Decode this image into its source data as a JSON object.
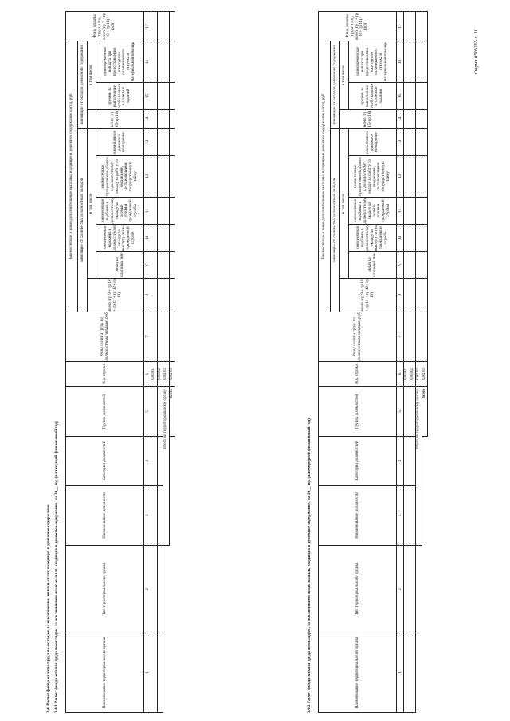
{
  "form_label": "Форма 0505165 с. 10",
  "section_title": "3.4. Расчет фонда оплаты труда по окладам, за исключением иных выплат, входящих в денежное содержание",
  "tables": [
    {
      "title": "3.4.1 Расчет фонда оплаты труда по окладам, за исключением иных выплат, входящих в денежное содержание, на  20__ год (на текущий финансовый год)",
      "total_row_label": "Итого по территориальному органу",
      "grand_total_label": "Всего"
    },
    {
      "title": "3.4.2 Расчет фонда оплаты труда по окладам, за исключением иных выплат, входящих в денежное содержание, на  20__ год (на очередной финансовый год)",
      "total_row_label": "Итого по территориальному органу",
      "grand_total_label": "Всего"
    }
  ],
  "headers": {
    "col1": "Наименование территориального органа",
    "col2": "Тип территориального органа",
    "col3": "Наименование должности",
    "col4": "Категория должностей",
    "col5": "Группа должностей",
    "col6": "Код строки",
    "col7": "Фонд оплаты труда по должностным окладам, руб",
    "monthly_group": "Ежемесячные и иные дополнительные выплаты, входящие в денежное содержание за год, руб",
    "dependent_on_salary": "зависящие от количества должностных окладов",
    "dependent_on_salary_content": "зависящие от окладов денежного содержания",
    "including": "в том числе",
    "including2": "в том числе",
    "col8": "всего (гр 9 + гр 10 + гр 11 + гр 12+ гр 13)",
    "col9": "оклад за классный чин",
    "col10": "ежемесячная надбавка к должностному окладу за выслугу лет на гражданской службе",
    "col11": "ежемесячная надбавка к должностному окладу за особые условия гражданской службы",
    "col12": "ежемесячные процентные надбавки к должностному окладу за работу со сведениями, составляющими государственную тайну",
    "col13": "ежемесячное денежное поощрение",
    "col14": "всего (гр 15+гр 16)",
    "col15": "премии за выполнение особо важных и сложных заданий",
    "col16": "единовременная выплата при предоставлении ежегодного оплачиваемого отпуска и материальная помощь",
    "col17": "Фонд оплаты труда в год, всего (гр 7 + гр 8 + гр 14) / 1000)"
  },
  "column_numbers": [
    "1",
    "2",
    "3",
    "4",
    "5",
    "6",
    "7",
    "8",
    "9",
    "10",
    "11",
    "12",
    "13",
    "14",
    "15",
    "16",
    "17"
  ],
  "row_codes": [
    "000001",
    "000002",
    "000100",
    "900100"
  ]
}
